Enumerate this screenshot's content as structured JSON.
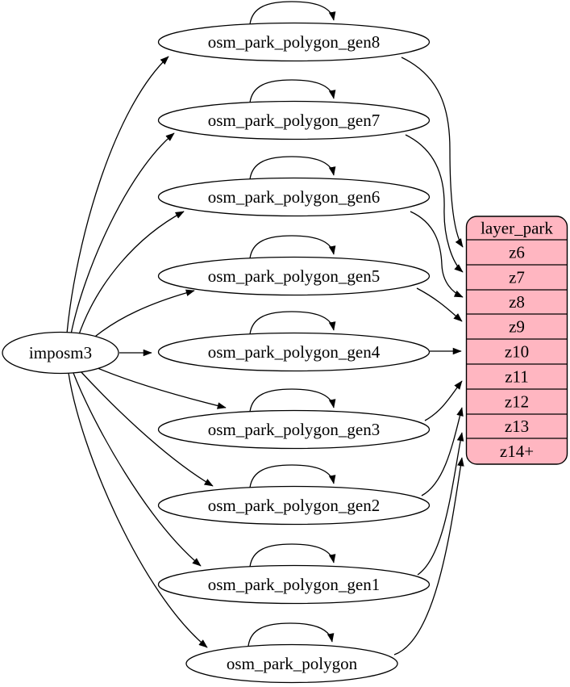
{
  "diagram": {
    "source": {
      "label": "imposm3"
    },
    "tables": [
      {
        "id": "gen8",
        "label": "osm_park_polygon_gen8"
      },
      {
        "id": "gen7",
        "label": "osm_park_polygon_gen7"
      },
      {
        "id": "gen6",
        "label": "osm_park_polygon_gen6"
      },
      {
        "id": "gen5",
        "label": "osm_park_polygon_gen5"
      },
      {
        "id": "gen4",
        "label": "osm_park_polygon_gen4"
      },
      {
        "id": "gen3",
        "label": "osm_park_polygon_gen3"
      },
      {
        "id": "gen2",
        "label": "osm_park_polygon_gen2"
      },
      {
        "id": "gen1",
        "label": "osm_park_polygon_gen1"
      },
      {
        "id": "polygon",
        "label": "osm_park_polygon"
      }
    ],
    "layer": {
      "title": "layer_park",
      "rows": [
        "z6",
        "z7",
        "z8",
        "z9",
        "z10",
        "z11",
        "z12",
        "z13",
        "z14+"
      ]
    },
    "edges": {
      "from_source_to": [
        "osm_park_polygon_gen8",
        "osm_park_polygon_gen7",
        "osm_park_polygon_gen6",
        "osm_park_polygon_gen5",
        "osm_park_polygon_gen4",
        "osm_park_polygon_gen3",
        "osm_park_polygon_gen2",
        "osm_park_polygon_gen1",
        "osm_park_polygon"
      ],
      "self_loops_on": [
        "osm_park_polygon_gen8",
        "osm_park_polygon_gen7",
        "osm_park_polygon_gen6",
        "osm_park_polygon_gen5",
        "osm_park_polygon_gen4",
        "osm_park_polygon_gen3",
        "osm_park_polygon_gen2",
        "osm_park_polygon_gen1",
        "osm_park_polygon"
      ],
      "to_layer": [
        {
          "from": "osm_park_polygon_gen8",
          "to": "z6"
        },
        {
          "from": "osm_park_polygon_gen7",
          "to": "z7"
        },
        {
          "from": "osm_park_polygon_gen6",
          "to": "z8"
        },
        {
          "from": "osm_park_polygon_gen5",
          "to": "z9"
        },
        {
          "from": "osm_park_polygon_gen4",
          "to": "z10"
        },
        {
          "from": "osm_park_polygon_gen3",
          "to": "z11"
        },
        {
          "from": "osm_park_polygon_gen2",
          "to": "z12"
        },
        {
          "from": "osm_park_polygon_gen1",
          "to": "z13"
        },
        {
          "from": "osm_park_polygon",
          "to": "z14+"
        }
      ]
    },
    "colors": {
      "layer_fill": "#FFB6C1",
      "node_fill": "#FFFFFF",
      "stroke": "#000000",
      "background": "#FFFFFF"
    }
  }
}
